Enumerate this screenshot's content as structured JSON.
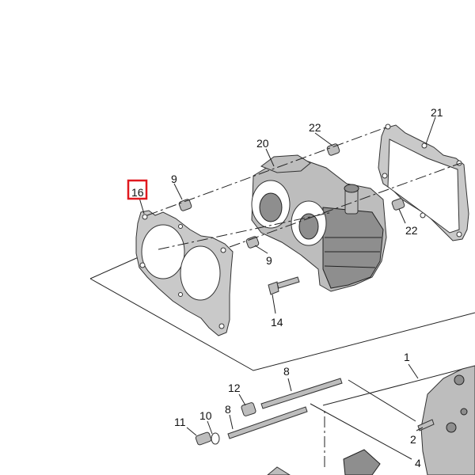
{
  "diagram": {
    "callouts": {
      "c1": "1",
      "c2": "2",
      "c4": "4",
      "c8a": "8",
      "c8b": "8",
      "c9a": "9",
      "c9b": "9",
      "c10": "10",
      "c11": "11",
      "c12": "12",
      "c14": "14",
      "c16": "16",
      "c20": "20",
      "c21": "21",
      "c22a": "22",
      "c22b": "22"
    },
    "highlighted_part": "16",
    "highlight_color": "#e0191f"
  }
}
